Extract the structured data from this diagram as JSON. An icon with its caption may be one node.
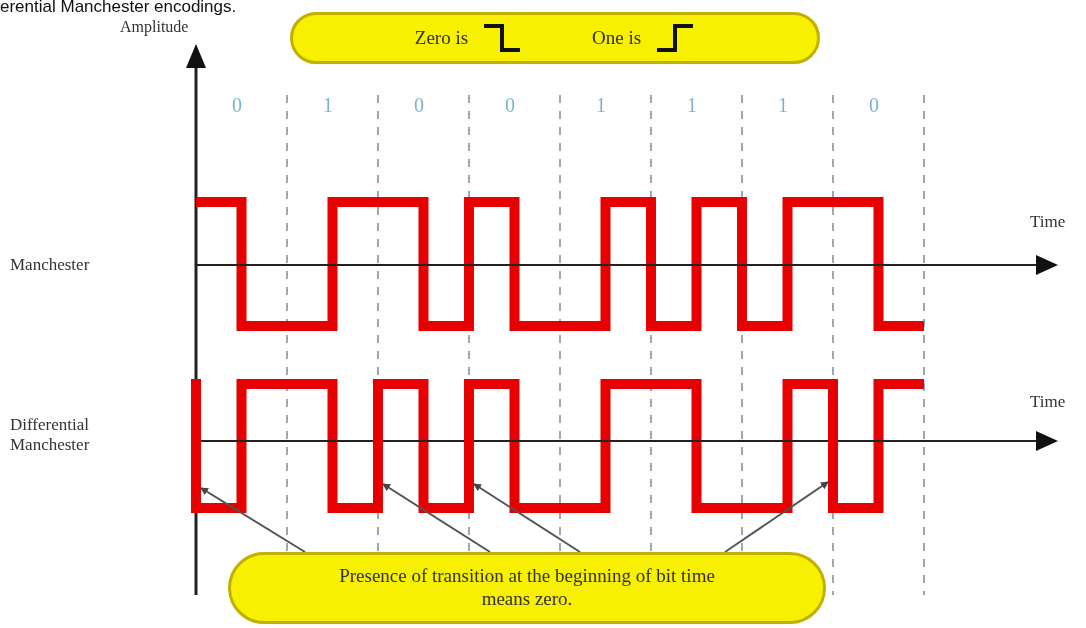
{
  "diagram": {
    "title": "erential Manchester encodings.",
    "nodes": [
      {
        "text": [
          "Zero is",
          "One is"
        ]
      },
      {
        "text": [
          "Presence of transition at the beginning of bit time means zero."
        ]
      },
      {
        "text": [],
        "shape": "bar"
      },
      {
        "text": [],
        "shape": "bar"
      },
      {
        "text": [],
        "shape": "bar"
      },
      {
        "text": [],
        "shape": "bar"
      }
    ],
    "edges": [
      {
        "from": 1,
        "to": 2,
        "arrow": "to"
      },
      {
        "from": 1,
        "to": 3,
        "arrow": "to"
      },
      {
        "from": 1,
        "to": 4,
        "arrow": "to"
      },
      {
        "from": 1,
        "to": 5,
        "arrow": "to"
      }
    ],
    "labels": [
      "Amplitude",
      "0",
      "1",
      "0",
      "0",
      "1",
      "1",
      "1",
      "0",
      "Time",
      "Manchester",
      "Time",
      "Differential Manchester"
    ]
  }
}
